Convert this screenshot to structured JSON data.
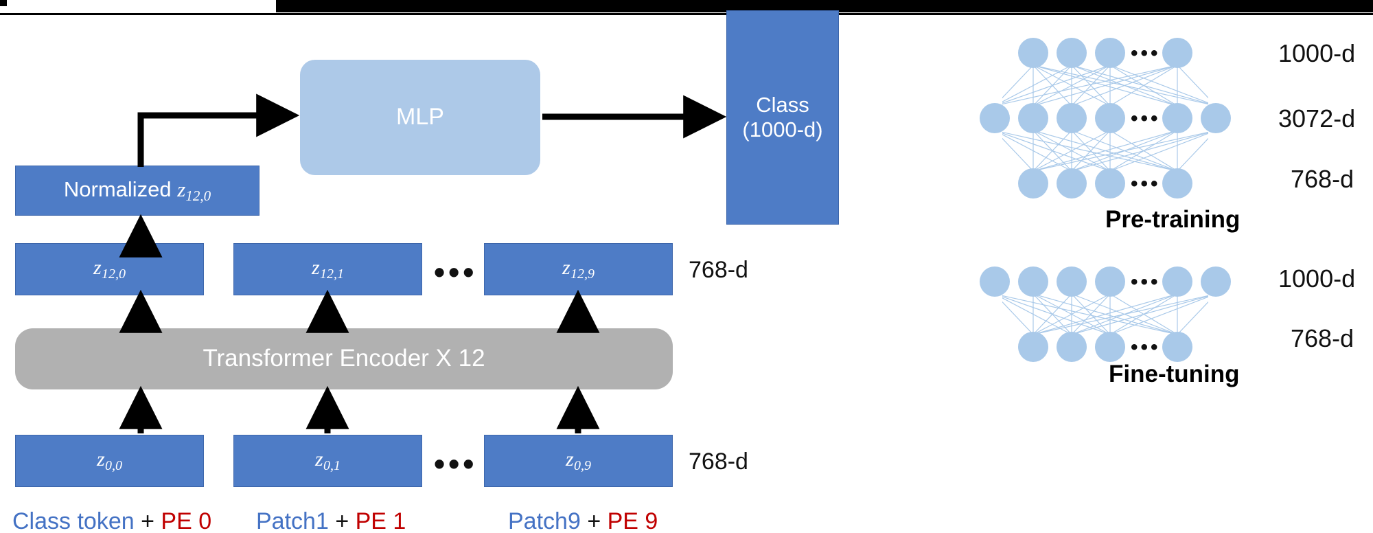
{
  "figure": {
    "title": "Vision Transformer classification head with pre-training and fine-tuning MLP heads",
    "colors": {
      "blue": "#4E7CC6",
      "light_blue": "#ADC9E8",
      "gray": "#B1B1B1",
      "node_blue": "#A9C9E9",
      "edge_blue": "#A9C9E9",
      "token_text": "#4472C4",
      "pe_text": "#C00000"
    }
  },
  "pipeline": {
    "mlp_label": "MLP",
    "class_label_line1": "Class",
    "class_label_line2": "(1000-d)",
    "normalized_prefix": "Normalized ",
    "normalized_symbol": "z",
    "normalized_sub": "12,0",
    "encoder_label": "Transformer Encoder X 12",
    "ellipsis": "•••",
    "output_row": {
      "dim_label": "768-d",
      "tokens": [
        {
          "symbol": "z",
          "sub": "12,0"
        },
        {
          "symbol": "z",
          "sub": "12,1"
        },
        {
          "symbol": "z",
          "sub": "12,9"
        }
      ]
    },
    "input_row": {
      "dim_label": "768-d",
      "tokens": [
        {
          "symbol": "z",
          "sub": "0,0"
        },
        {
          "symbol": "z",
          "sub": "0,1"
        },
        {
          "symbol": "z",
          "sub": "0,9"
        }
      ]
    },
    "captions": [
      {
        "source": "Class token",
        "plus": "+",
        "pe": "PE 0"
      },
      {
        "source": "Patch1",
        "plus": "+",
        "pe": "PE 1"
      },
      {
        "source": "Patch9",
        "plus": "+",
        "pe": "PE 9"
      }
    ]
  },
  "networks": [
    {
      "name": "Pre-training",
      "title": "Pre-training",
      "layers": [
        {
          "dim_label": "1000-d",
          "nodes": 4,
          "dots_after": 3
        },
        {
          "dim_label": "3072-d",
          "nodes": 6,
          "dots_after": 4
        },
        {
          "dim_label": "768-d",
          "nodes": 4,
          "dots_after": 3
        }
      ]
    },
    {
      "name": "Fine-tuning",
      "title": "Fine-tuning",
      "layers": [
        {
          "dim_label": "1000-d",
          "nodes": 6,
          "dots_after": 4
        },
        {
          "dim_label": "768-d",
          "nodes": 4,
          "dots_after": 3
        }
      ]
    }
  ]
}
